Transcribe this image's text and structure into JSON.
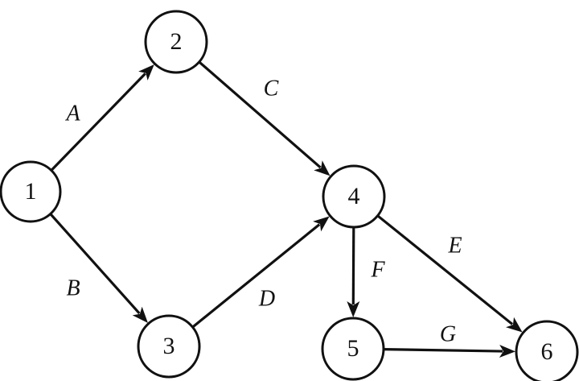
{
  "diagram": {
    "type": "activity-network",
    "nodes": [
      {
        "id": "1",
        "label": "1"
      },
      {
        "id": "2",
        "label": "2"
      },
      {
        "id": "3",
        "label": "3"
      },
      {
        "id": "4",
        "label": "4"
      },
      {
        "id": "5",
        "label": "5"
      },
      {
        "id": "6",
        "label": "6"
      }
    ],
    "edges": [
      {
        "id": "A",
        "label": "A",
        "from": "1",
        "to": "2"
      },
      {
        "id": "B",
        "label": "B",
        "from": "1",
        "to": "3"
      },
      {
        "id": "C",
        "label": "C",
        "from": "2",
        "to": "4"
      },
      {
        "id": "D",
        "label": "D",
        "from": "3",
        "to": "4"
      },
      {
        "id": "E",
        "label": "E",
        "from": "4",
        "to": "6"
      },
      {
        "id": "F",
        "label": "F",
        "from": "4",
        "to": "5"
      },
      {
        "id": "G",
        "label": "G",
        "from": "5",
        "to": "6"
      }
    ],
    "colors": {
      "stroke": "#111111",
      "background": "#ffffff"
    }
  }
}
